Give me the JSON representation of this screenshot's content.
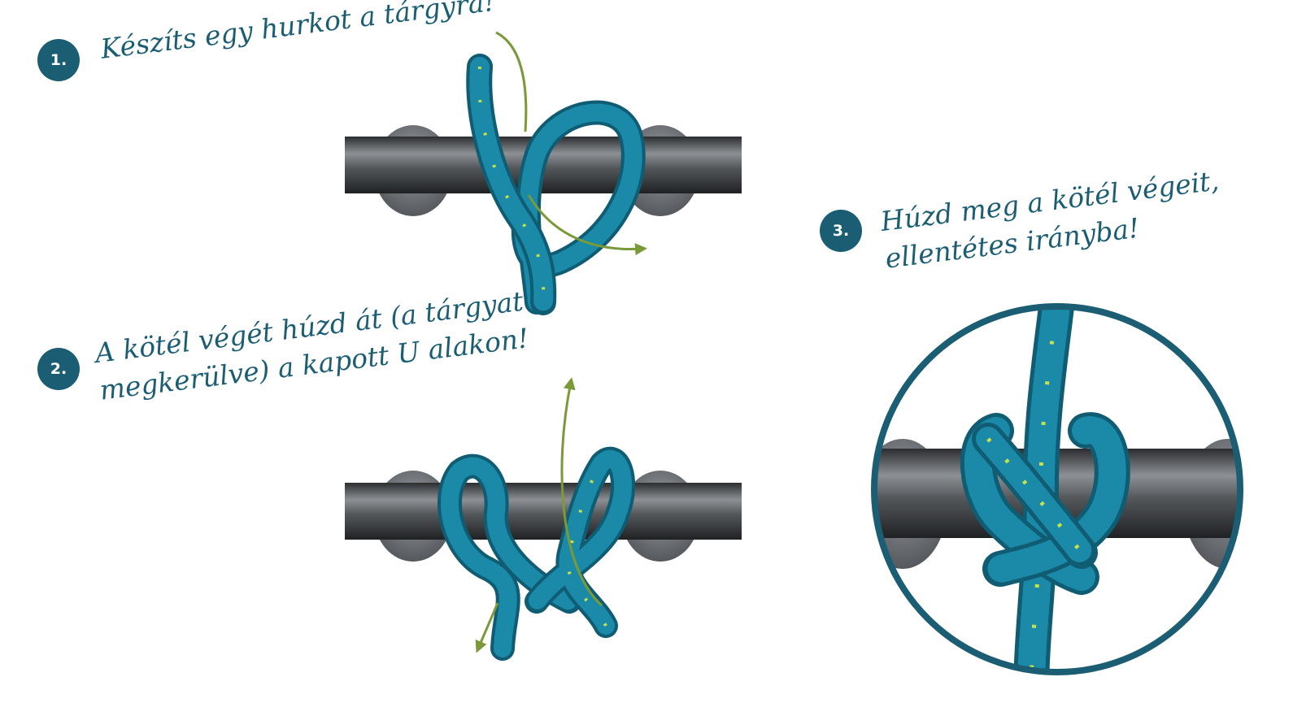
{
  "steps": [
    {
      "number": "1.",
      "lines": [
        "Készíts egy hurkot a tárgyra!"
      ]
    },
    {
      "number": "2.",
      "lines": [
        "A kötél végét húzd át (a tárgyat",
        "megkerülve) a kapott U alakon!"
      ]
    },
    {
      "number": "3.",
      "lines": [
        "Húzd meg a kötél végeit,",
        "ellentétes irányba!"
      ]
    }
  ],
  "colors": {
    "accent": "#1b5e73",
    "rope": "#1a8aa8",
    "rope_dark": "#0f5c73",
    "rope_fleck": "#c8e04a",
    "arrow": "#7a9a3a",
    "bar": "#4a4d50",
    "bar_light": "#8c9094",
    "washer": "#7b7f83"
  }
}
